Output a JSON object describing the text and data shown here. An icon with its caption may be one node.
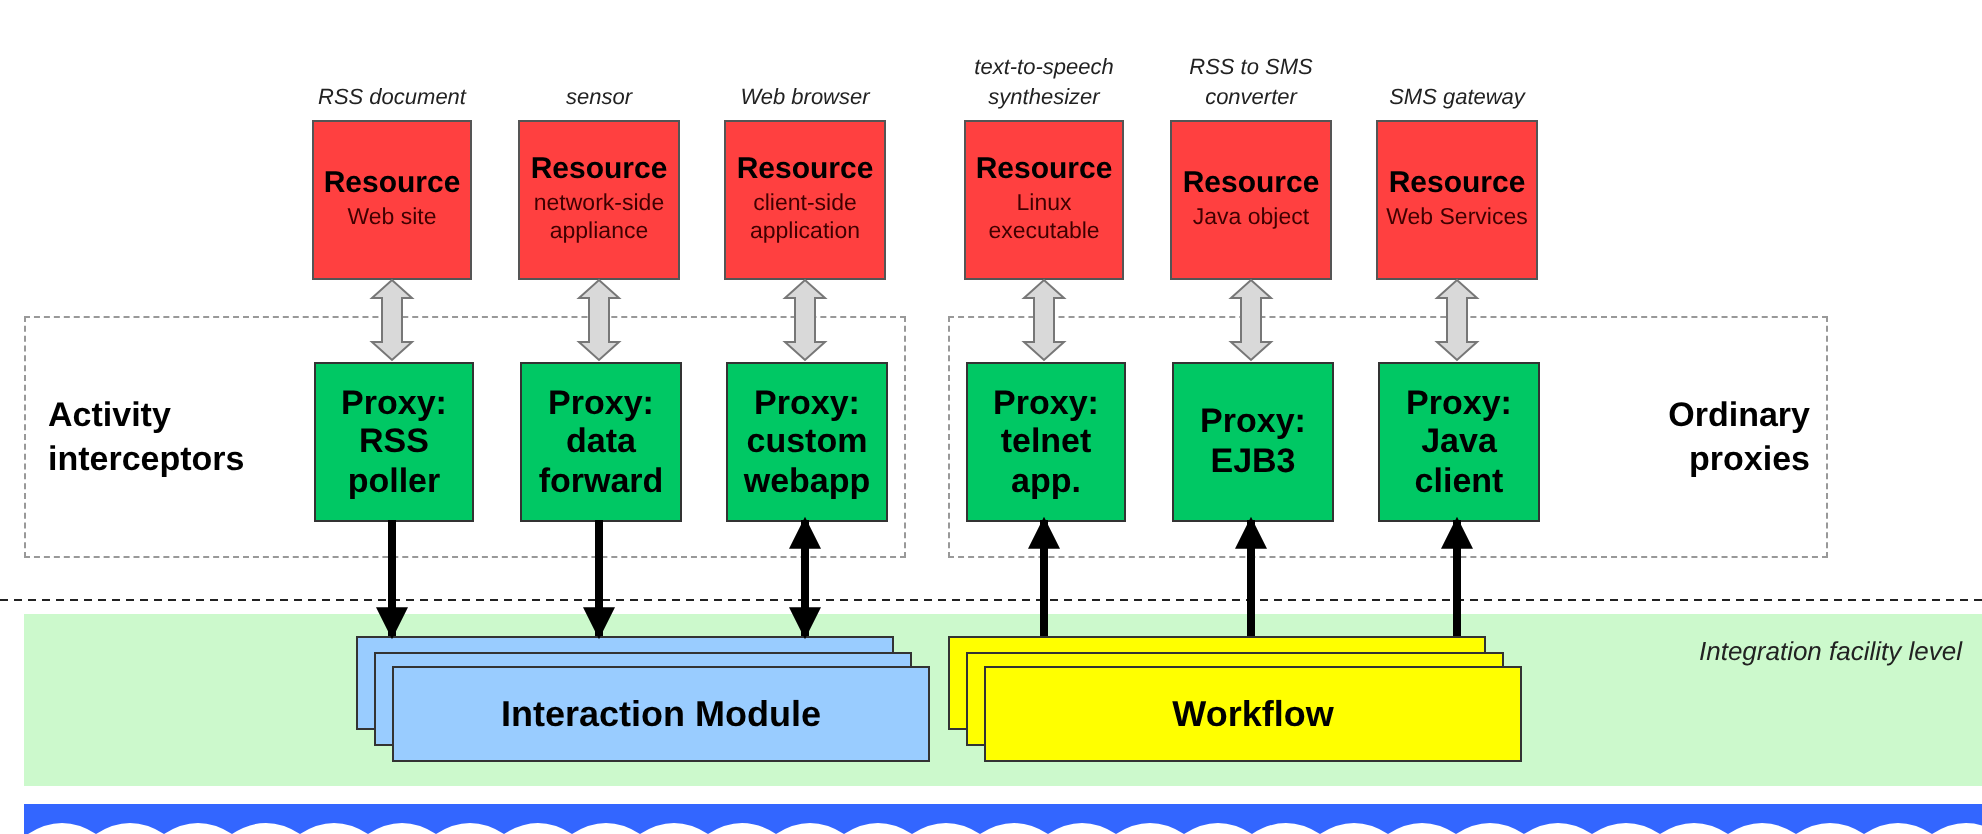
{
  "diagram": {
    "nodes": [
      {
        "text": [
          "Resource",
          "Web site"
        ],
        "beside": [
          "RSS document"
        ]
      },
      {
        "text": [
          "Resource",
          "network-side appliance"
        ],
        "beside": [
          "sensor"
        ]
      },
      {
        "text": [
          "Resource",
          "client-side application"
        ],
        "beside": [
          "Web browser"
        ]
      },
      {
        "text": [
          "Resource",
          "Linux executable"
        ],
        "beside": [
          "text-to-speech synthesizer"
        ]
      },
      {
        "text": [
          "Resource",
          "Java object"
        ],
        "beside": [
          "RSS to SMS converter"
        ]
      },
      {
        "text": [
          "Resource",
          "Web Services"
        ],
        "beside": [
          "SMS gateway"
        ]
      },
      {
        "text": [
          "Activity interceptors"
        ]
      },
      {
        "text": [
          "Proxy: RSS poller"
        ],
        "in": 6
      },
      {
        "text": [
          "Proxy: data forward"
        ],
        "in": 6
      },
      {
        "text": [
          "Proxy: custom webapp"
        ],
        "in": 6
      },
      {
        "text": [
          "Ordinary proxies"
        ]
      },
      {
        "text": [
          "Proxy: telnet app."
        ],
        "in": 10
      },
      {
        "text": [
          "Proxy: EJB3"
        ],
        "in": 10
      },
      {
        "text": [
          "Proxy: Java client"
        ],
        "in": 10
      },
      {
        "text": [
          "Integration facility level"
        ]
      },
      {
        "text": [
          "Interaction Module"
        ],
        "in": 14
      },
      {
        "text": [
          "Workflow"
        ],
        "in": 14
      }
    ],
    "edges": [
      {
        "from": 0,
        "to": 7,
        "arrow": "both",
        "style": "thick",
        "color": "#d9d9d9"
      },
      {
        "from": 1,
        "to": 8,
        "arrow": "both",
        "style": "thick",
        "color": "#d9d9d9"
      },
      {
        "from": 2,
        "to": 9,
        "arrow": "both",
        "style": "thick",
        "color": "#d9d9d9"
      },
      {
        "from": 3,
        "to": 11,
        "arrow": "both",
        "style": "thick",
        "color": "#d9d9d9"
      },
      {
        "from": 4,
        "to": 12,
        "arrow": "both",
        "style": "thick",
        "color": "#d9d9d9"
      },
      {
        "from": 5,
        "to": 13,
        "arrow": "both",
        "style": "thick",
        "color": "#d9d9d9"
      },
      {
        "from": 7,
        "to": 15,
        "arrow": "to"
      },
      {
        "from": 8,
        "to": 15,
        "arrow": "to"
      },
      {
        "from": 9,
        "to": 15,
        "arrow": "both"
      },
      {
        "from": 16,
        "to": 11,
        "arrow": "to"
      },
      {
        "from": 16,
        "to": 12,
        "arrow": "to"
      },
      {
        "from": 16,
        "to": 13,
        "arrow": "to"
      }
    ]
  }
}
